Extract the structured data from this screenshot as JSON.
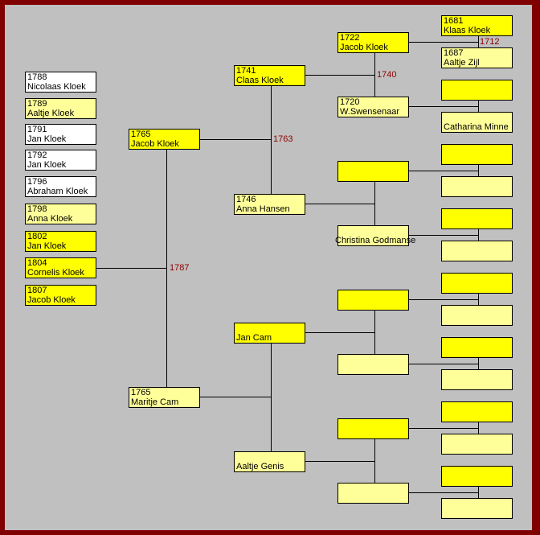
{
  "colors": {
    "frame": "#800000",
    "background": "#c0c0c0",
    "yellow": "#ffff00",
    "light": "#ffff99",
    "white": "#ffffff",
    "marriage_year": "#8b0000"
  },
  "children": [
    {
      "year": "1788",
      "name": "Nicolaas Kloek",
      "color": "#ffffff"
    },
    {
      "year": "1789",
      "name": "Aaltje Kloek",
      "color": "#ffff99"
    },
    {
      "year": "1791",
      "name": "Jan Kloek",
      "color": "#ffffff"
    },
    {
      "year": "1792",
      "name": "Jan Kloek",
      "color": "#ffffff"
    },
    {
      "year": "1796",
      "name": "Abraham Kloek",
      "color": "#ffffff"
    },
    {
      "year": "1798",
      "name": "Anna Kloek",
      "color": "#ffff99"
    },
    {
      "year": "1802",
      "name": "Jan Kloek",
      "color": "#ffff00"
    },
    {
      "year": "1804",
      "name": "Cornelis Kloek",
      "color": "#ffff00"
    },
    {
      "year": "1807",
      "name": "Jacob Kloek",
      "color": "#ffff00"
    }
  ],
  "parents": [
    {
      "year": "1765",
      "name": "Jacob Kloek"
    },
    {
      "year": "1765",
      "name": "Maritje Cam"
    }
  ],
  "grandparents": [
    {
      "year": "1741",
      "name": "Claas Kloek"
    },
    {
      "year": "1746",
      "name": "Anna Hansen"
    },
    {
      "year": "",
      "name": "Jan Cam"
    },
    {
      "year": "",
      "name": "Aaltje Genis"
    }
  ],
  "great_grandparents": [
    {
      "year": "1722",
      "name": "Jacob Kloek"
    },
    {
      "year": "1720",
      "name": "W.Swensenaar"
    },
    {
      "year": "",
      "name": ""
    },
    {
      "year": "",
      "name": "Christina Godmanse"
    },
    {
      "year": "",
      "name": ""
    },
    {
      "year": "",
      "name": ""
    },
    {
      "year": "",
      "name": ""
    },
    {
      "year": "",
      "name": ""
    }
  ],
  "great_great_grandparents": [
    {
      "year": "1681",
      "name": "Klaas Kloek"
    },
    {
      "year": "1687",
      "name": "Aaltje Zijl"
    },
    {
      "year": "",
      "name": ""
    },
    {
      "year": "",
      "name": "Catharina Minne"
    },
    {
      "year": "",
      "name": ""
    },
    {
      "year": "",
      "name": ""
    },
    {
      "year": "",
      "name": ""
    },
    {
      "year": "",
      "name": ""
    },
    {
      "year": "",
      "name": ""
    },
    {
      "year": "",
      "name": ""
    },
    {
      "year": "",
      "name": ""
    },
    {
      "year": "",
      "name": ""
    },
    {
      "year": "",
      "name": ""
    },
    {
      "year": "",
      "name": ""
    },
    {
      "year": "",
      "name": ""
    },
    {
      "year": "",
      "name": ""
    }
  ],
  "marriages": {
    "parents": "1787",
    "grandparents_paternal": "1763",
    "great_grandparents_1": "1740",
    "great_great_grandparents_1": "1712"
  }
}
